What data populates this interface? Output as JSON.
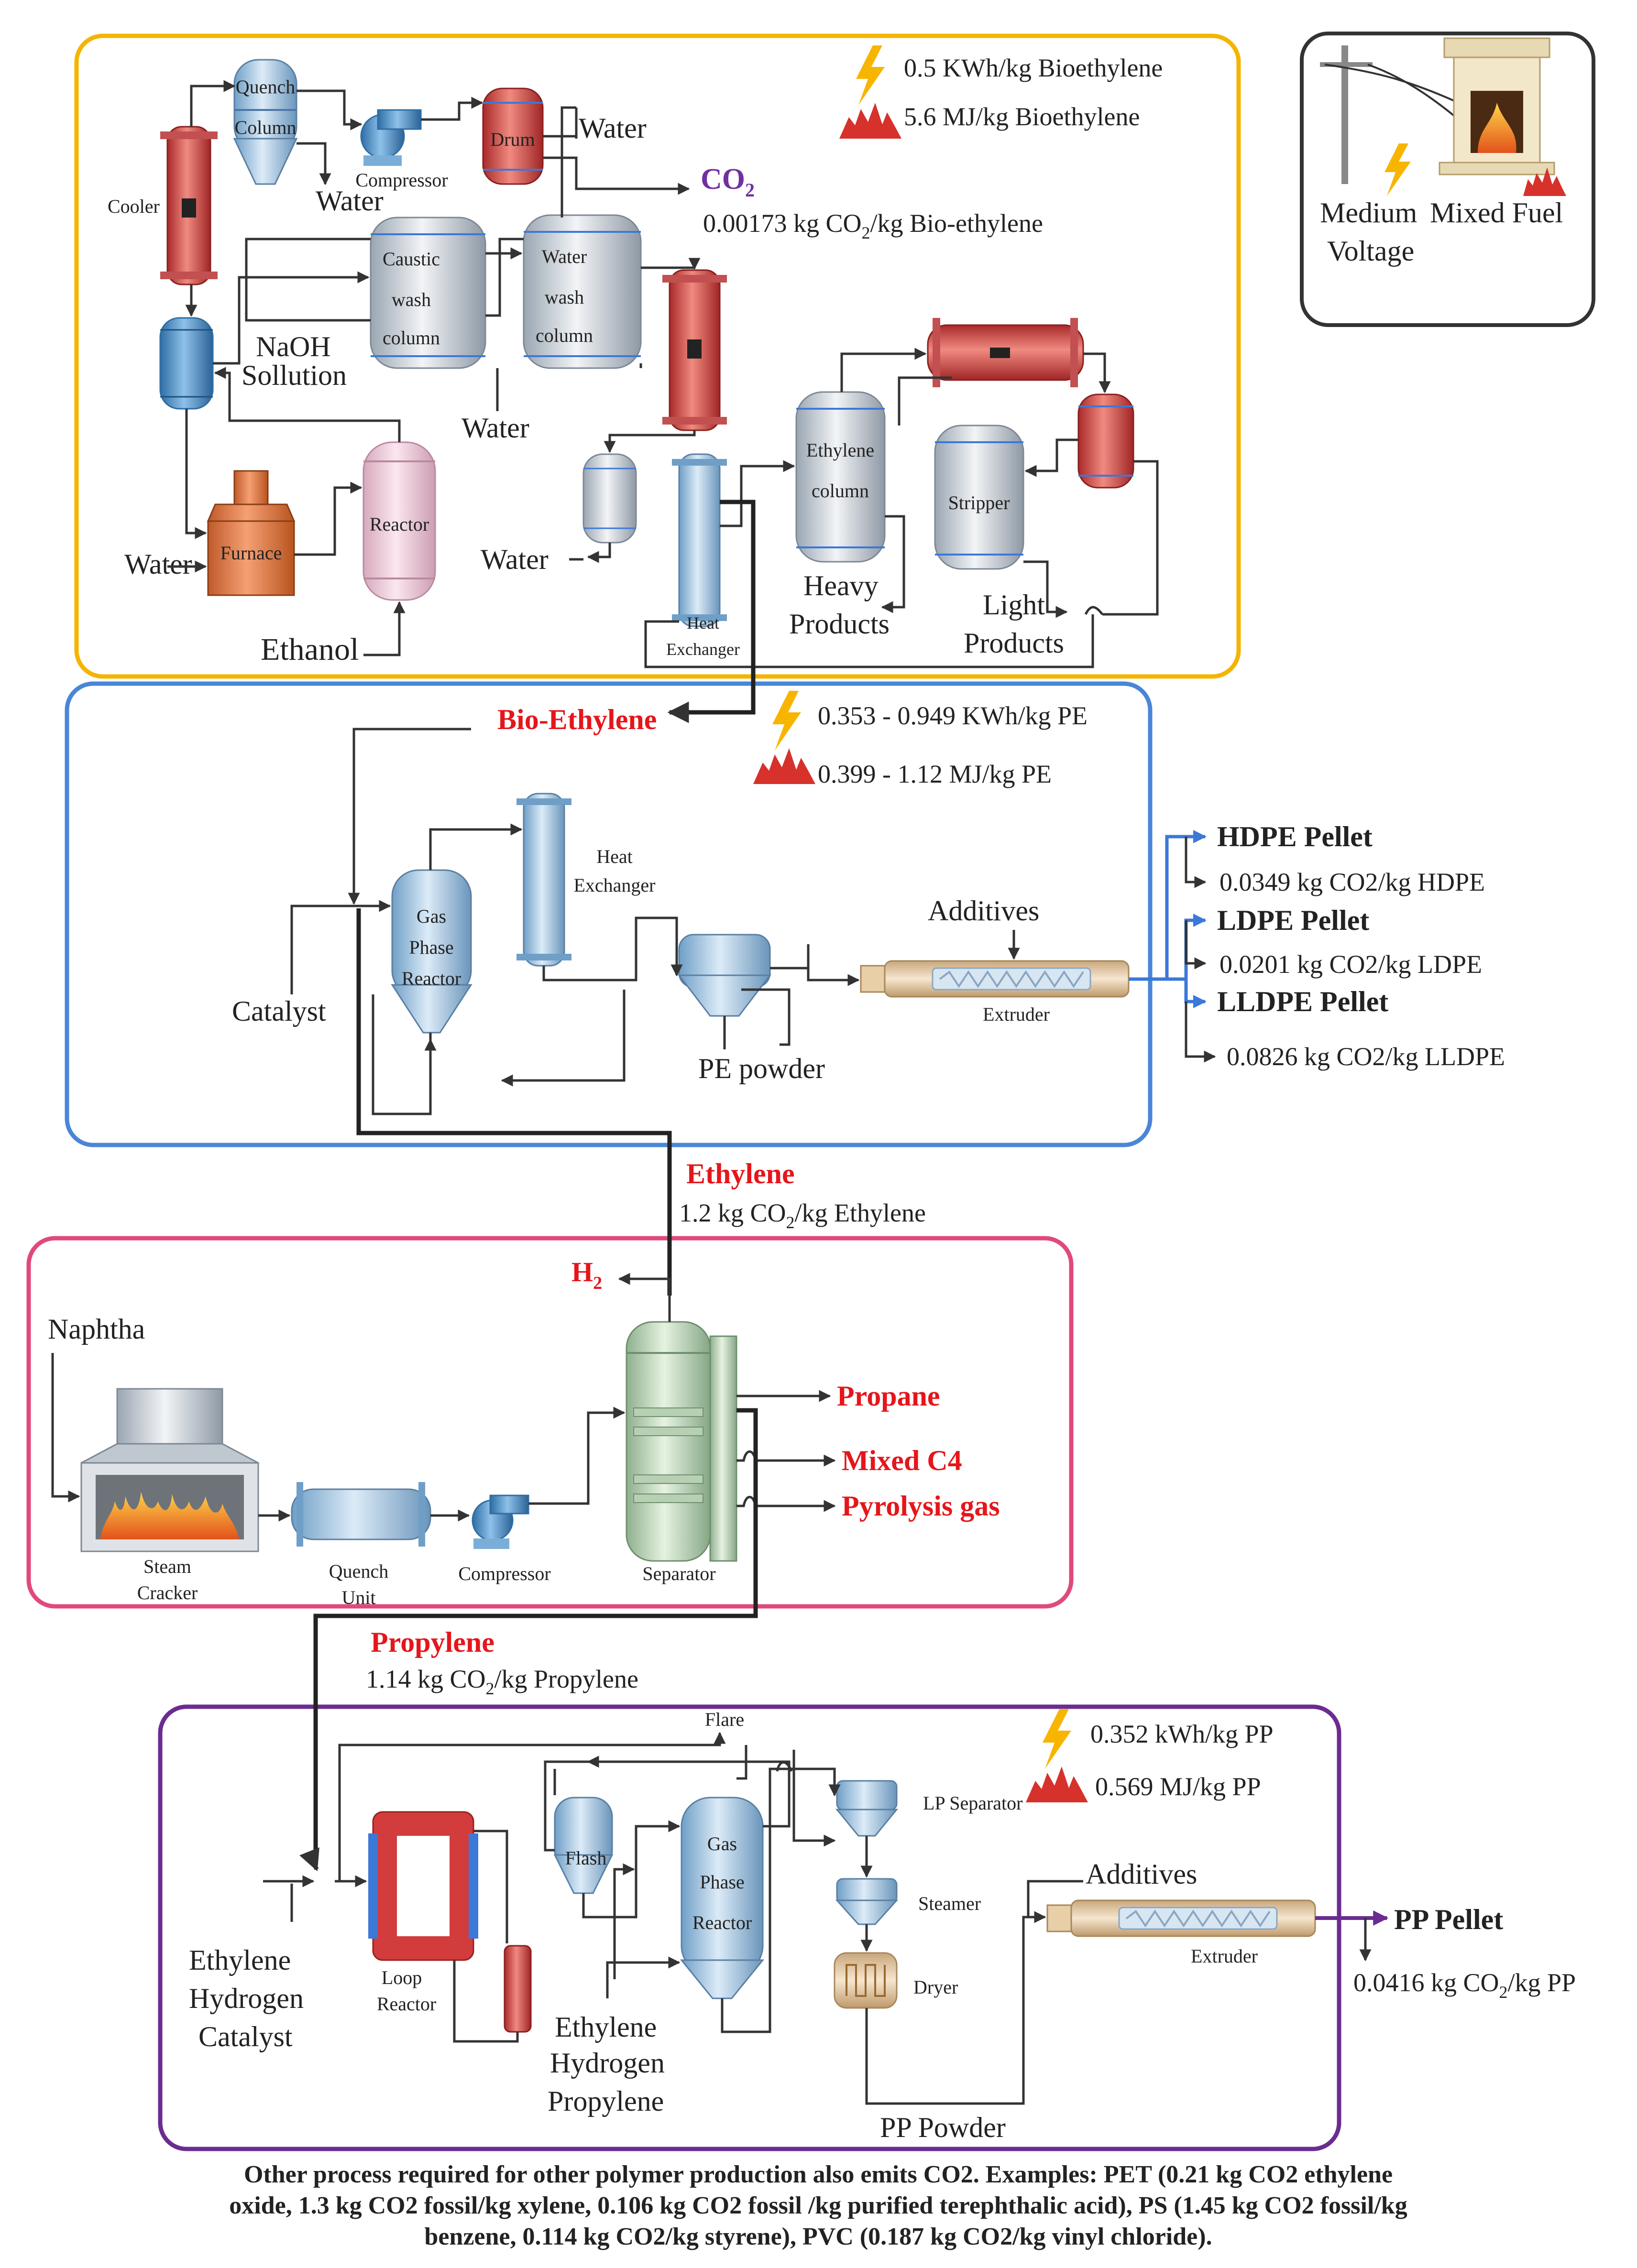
{
  "top_section": {
    "energy_electric": "0.5 KWh/kg Bioethylene",
    "energy_fuel": "5.6 MJ/kg Bioethylene",
    "co2_label": "CO",
    "co2_sub": "2",
    "co2_emission_a": "0.00173 kg CO",
    "co2_emission_sub": "2",
    "co2_emission_b": "/kg Bio-ethylene",
    "equipment": {
      "quench_a": "Quench",
      "quench_b": "Column",
      "compressor": "Compressor",
      "drum": "Drum",
      "cooler": "Cooler",
      "caustic_a": "Caustic",
      "caustic_b": "wash",
      "caustic_c": "column",
      "water_wash_a": "Water",
      "water_wash_b": "wash",
      "water_wash_c": "column",
      "furnace": "Furnace",
      "reactor": "Reactor",
      "ethylene_column_a": "Ethylene",
      "ethylene_column_b": "column",
      "stripper": "Stripper",
      "heat_exchanger_a": "Heat",
      "heat_exchanger_b": "Exchanger"
    },
    "streams": {
      "water_1": "Water",
      "water_2": "Water",
      "water_3": "Water",
      "water_4": "Water",
      "water_5": "Water",
      "naoh_a": "NaOH",
      "naoh_b": "Sollution",
      "ethanol": "Ethanol",
      "heavy_a": "Heavy",
      "heavy_b": "Products",
      "light_a": "Light",
      "light_b": "Products"
    }
  },
  "legend": {
    "medium_a": "Medium",
    "medium_b": "Voltage",
    "mixed_fuel": "Mixed Fuel"
  },
  "pe_section": {
    "bio_ethylene": "Bio-Ethylene",
    "energy_electric": "0.353 - 0.949 KWh/kg PE",
    "energy_fuel": "0.399 - 1.12 MJ/kg PE",
    "catalyst": "Catalyst",
    "reactor_a": "Gas",
    "reactor_b": "Phase",
    "reactor_c": "Reactor",
    "heat_exchanger_a": "Heat",
    "heat_exchanger_b": "Exchanger",
    "pe_powder": "PE powder",
    "additives": "Additives",
    "extruder": "Extruder",
    "products": [
      {
        "name": "HDPE Pellet",
        "emission": "0.0349 kg CO2/kg HDPE"
      },
      {
        "name": "LDPE Pellet",
        "emission": "0.0201 kg CO2/kg LDPE"
      },
      {
        "name": "LLDPE Pellet",
        "emission": "0.0826 kg CO2/kg LLDPE"
      }
    ]
  },
  "ethylene_stream": {
    "name": "Ethylene",
    "emission_a": "1.2 kg CO",
    "emission_sub": "2",
    "emission_b": "/kg Ethylene"
  },
  "cracker_section": {
    "naphtha": "Naphtha",
    "h2": "H",
    "h2_sub": "2",
    "steam_a": "Steam",
    "steam_b": "Cracker",
    "quench_a": "Quench",
    "quench_b": "Unit",
    "compressor": "Compressor",
    "separator": "Separator",
    "propane": "Propane",
    "mixed_c4": "Mixed C4",
    "pyrolysis": "Pyrolysis gas"
  },
  "propylene_stream": {
    "name": "Propylene",
    "emission_a": "1.14 kg CO",
    "emission_sub": "2",
    "emission_b": "/kg Propylene"
  },
  "pp_section": {
    "flare": "Flare",
    "energy_electric": "0.352 kWh/kg PP",
    "energy_fuel": "0.569 MJ/kg PP",
    "lp_separator": "LP Separator",
    "steamer": "Steamer",
    "dryer": "Dryer",
    "flash": "Flash",
    "reactor_a": "Gas",
    "reactor_b": "Phase",
    "reactor_c": "Reactor",
    "loop_a": "Loop",
    "loop_b": "Reactor",
    "feed_a": "Ethylene",
    "feed_b": "Hydrogen",
    "feed_c": "Catalyst",
    "feed2_a": "Ethylene",
    "feed2_b": "Hydrogen",
    "feed2_c": "Propylene",
    "additives": "Additives",
    "extruder": "Extruder",
    "pp_powder": "PP Powder",
    "pp_pellet": "PP Pellet",
    "pp_emission_a": "0.0416 kg CO",
    "pp_emission_sub": "2",
    "pp_emission_b": "/kg PP"
  },
  "footer": {
    "line1": "Other process required for other polymer production also emits CO2. Examples: PET (0.21 kg CO2 ethylene",
    "line2": "oxide, 1.3 kg CO2 fossil/kg xylene, 0.106 kg CO2 fossil /kg purified terephthalic acid), PS (1.45 kg CO2 fossil/kg",
    "line3": "benzene, 0.114 kg CO2/kg styrene), PVC (0.187 kg CO2/kg vinyl chloride)."
  },
  "colors": {
    "top_border": "#f4b400",
    "pe_border": "#4a86d8",
    "cracker_border": "#e04a7a",
    "pp_border": "#6a2c91",
    "emphasis": "#e5161b"
  }
}
